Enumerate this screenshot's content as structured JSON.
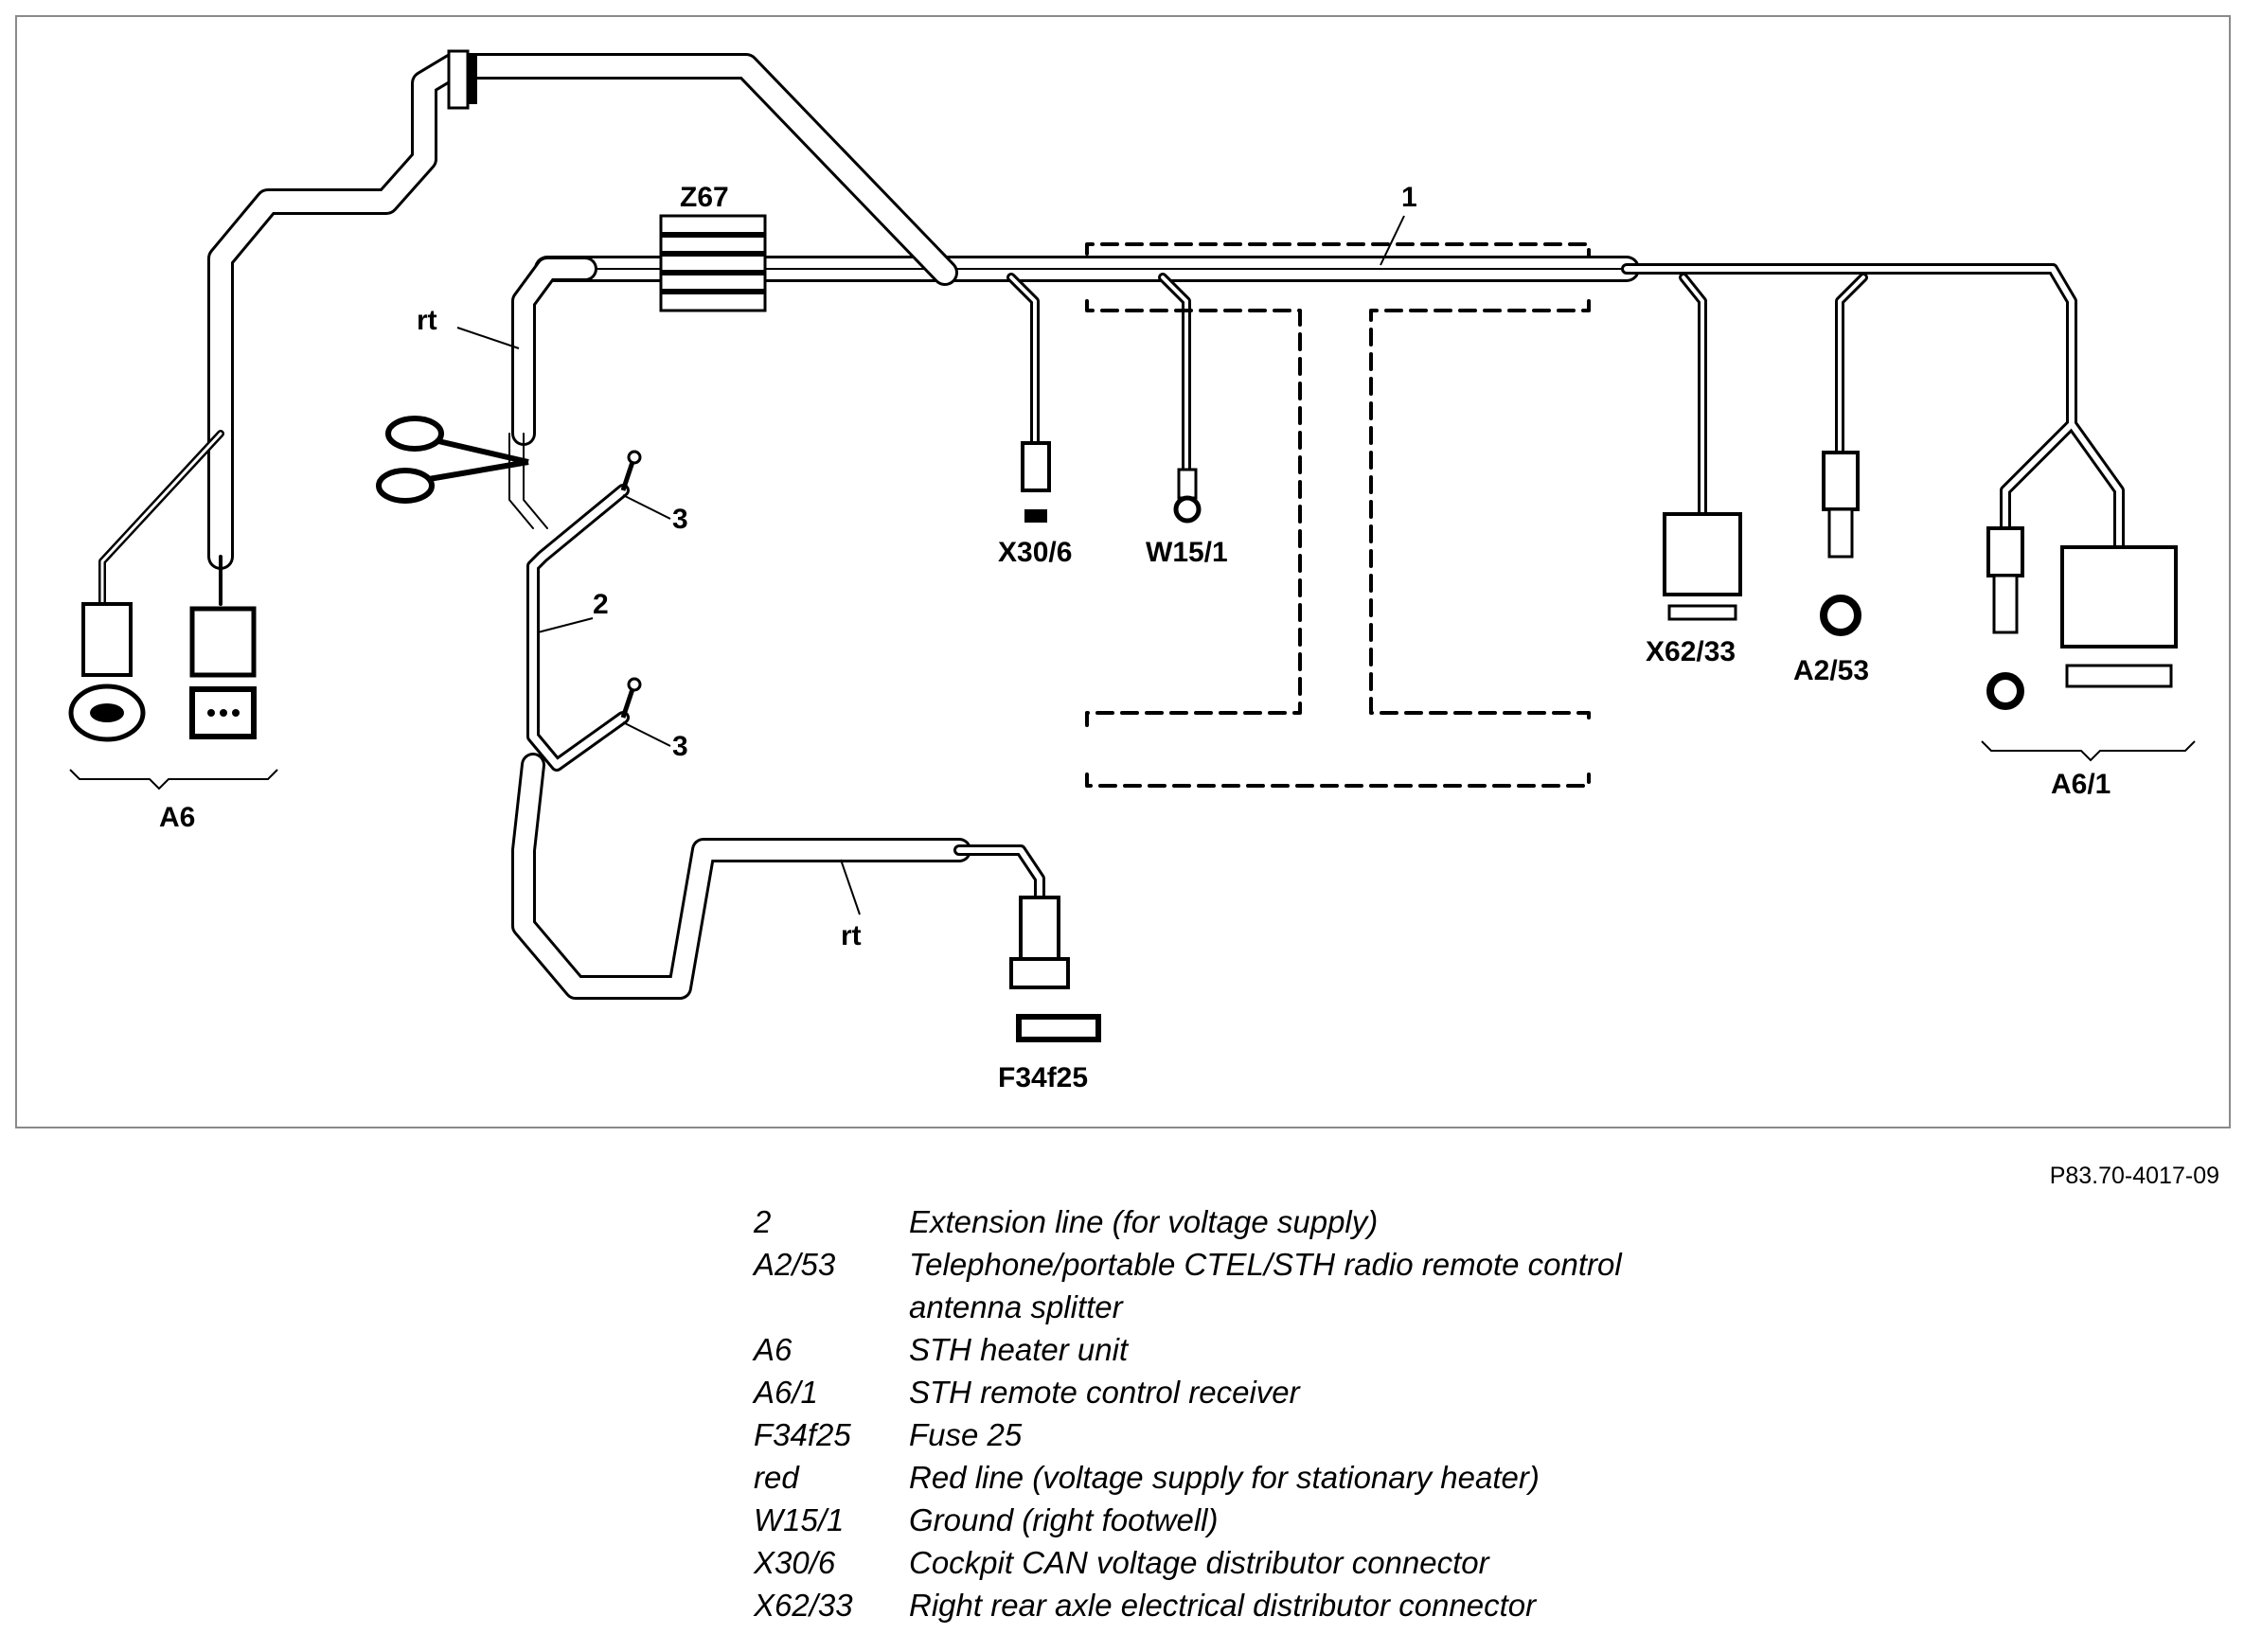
{
  "diagram": {
    "labels": {
      "z67": "Z67",
      "one": "1",
      "rt_top": "rt",
      "rt_bottom": "rt",
      "two": "2",
      "three_a": "3",
      "three_b": "3",
      "x30_6": "X30/6",
      "w15_1": "W15/1",
      "x62_33": "X62/33",
      "a2_53": "A2/53",
      "a6_1": "A6/1",
      "a6": "A6",
      "f34f25": "F34f25"
    }
  },
  "figure_code": "P83.70-4017-09",
  "legend": [
    {
      "key": "2",
      "desc": "Extension line (for voltage supply)"
    },
    {
      "key": "A2/53",
      "desc": "Telephone/portable CTEL/STH radio remote control",
      "desc2": "antenna splitter"
    },
    {
      "key": "A6",
      "desc": "STH heater unit"
    },
    {
      "key": "A6/1",
      "desc": "STH remote control receiver"
    },
    {
      "key": "F34f25",
      "desc": "Fuse 25"
    },
    {
      "key": "red",
      "desc": "Red line (voltage supply for stationary heater)"
    },
    {
      "key": "W15/1",
      "desc": "Ground (right footwell)"
    },
    {
      "key": "X30/6",
      "desc": "Cockpit CAN voltage distributor connector"
    },
    {
      "key": "X62/33",
      "desc": "Right rear axle electrical distributor connector"
    }
  ]
}
